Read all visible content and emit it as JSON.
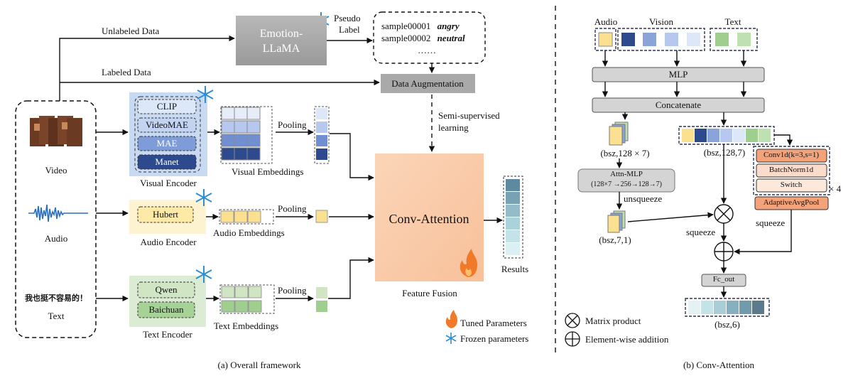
{
  "left_panel": {
    "caption": "(a) Overall framework",
    "unlabeled_data": "Unlabeled Data",
    "labeled_data": "Labeled Data",
    "emotion_llama": [
      "Emotion-",
      "LLaMA"
    ],
    "pseudo_label": [
      "Pseudo",
      "Label"
    ],
    "samples": [
      {
        "id": "sample00001",
        "label": "angry"
      },
      {
        "id": "sample00002",
        "label": "neutral"
      }
    ],
    "samples_ellipsis": "……",
    "data_augmentation": "Data Augmentation",
    "semi_supervised": [
      "Semi-supervised",
      "learning"
    ],
    "inputs": {
      "video": "Video",
      "audio": "Audio",
      "text_sample": "我也挺不容易的！",
      "text": "Text"
    },
    "visual_encoder": {
      "models": [
        "CLIP",
        "VideoMAE",
        "MAE",
        "Manet"
      ],
      "label": "Visual Encoder",
      "embeddings": "Visual Embeddings"
    },
    "audio_encoder": {
      "models": [
        "Hubert"
      ],
      "label": "Audio Encoder",
      "embeddings": "Audio Embeddings"
    },
    "text_encoder": {
      "models": [
        "Qwen",
        "Baichuan"
      ],
      "label": "Text Encoder",
      "embeddings": "Text Embeddings"
    },
    "pooling": "Pooling",
    "conv_attention": "Conv-Attention",
    "feature_fusion": "Feature Fusion",
    "results": "Results",
    "legend": {
      "tuned": "Tuned Parameters",
      "frozen": "Frozen parameters"
    }
  },
  "right_panel": {
    "caption": "(b) Conv-Attention",
    "modalities": [
      "Audio",
      "Vision",
      "Text"
    ],
    "mlp": "MLP",
    "concatenate": "Concatenate",
    "shape_a": "(bsz,128 × 7)",
    "shape_b": "(bsz,128,7)",
    "attn_mlp": [
      "Attn-MLP",
      "(128×7 →256→128→7)"
    ],
    "unsqueeze": "unsqueeze",
    "shape_c": "(bsz,7,1)",
    "squeeze_left": "squeeze",
    "squeeze_right": "squeeze",
    "conv_stack": [
      "Conv1d(k=3,s=1)",
      "BatchNorm1d",
      "Switch"
    ],
    "repeat": "× 4",
    "adaptive_pool": "AdaptiveAvgPool",
    "fc_out": "Fc_out",
    "shape_out": "(bsz,6)",
    "legend": {
      "matrix_product": "Matrix product",
      "elementwise_add": "Element-wise addition"
    }
  },
  "colors": {
    "audio": "#fbe08f",
    "vision_dark": "#2e4a8f",
    "vision_mid": "#6f8fd0",
    "vision_light": "#b7c8ef",
    "text": "#9fcf8f",
    "encoder_blue": "#c8d9f2",
    "encoder_yellow": "#fdf3d0",
    "encoder_green": "#dcebd4",
    "fusion_orange": "#f9c9a6",
    "gray_box": "#a8a8a8",
    "conv_orange": "#f3a27a"
  }
}
